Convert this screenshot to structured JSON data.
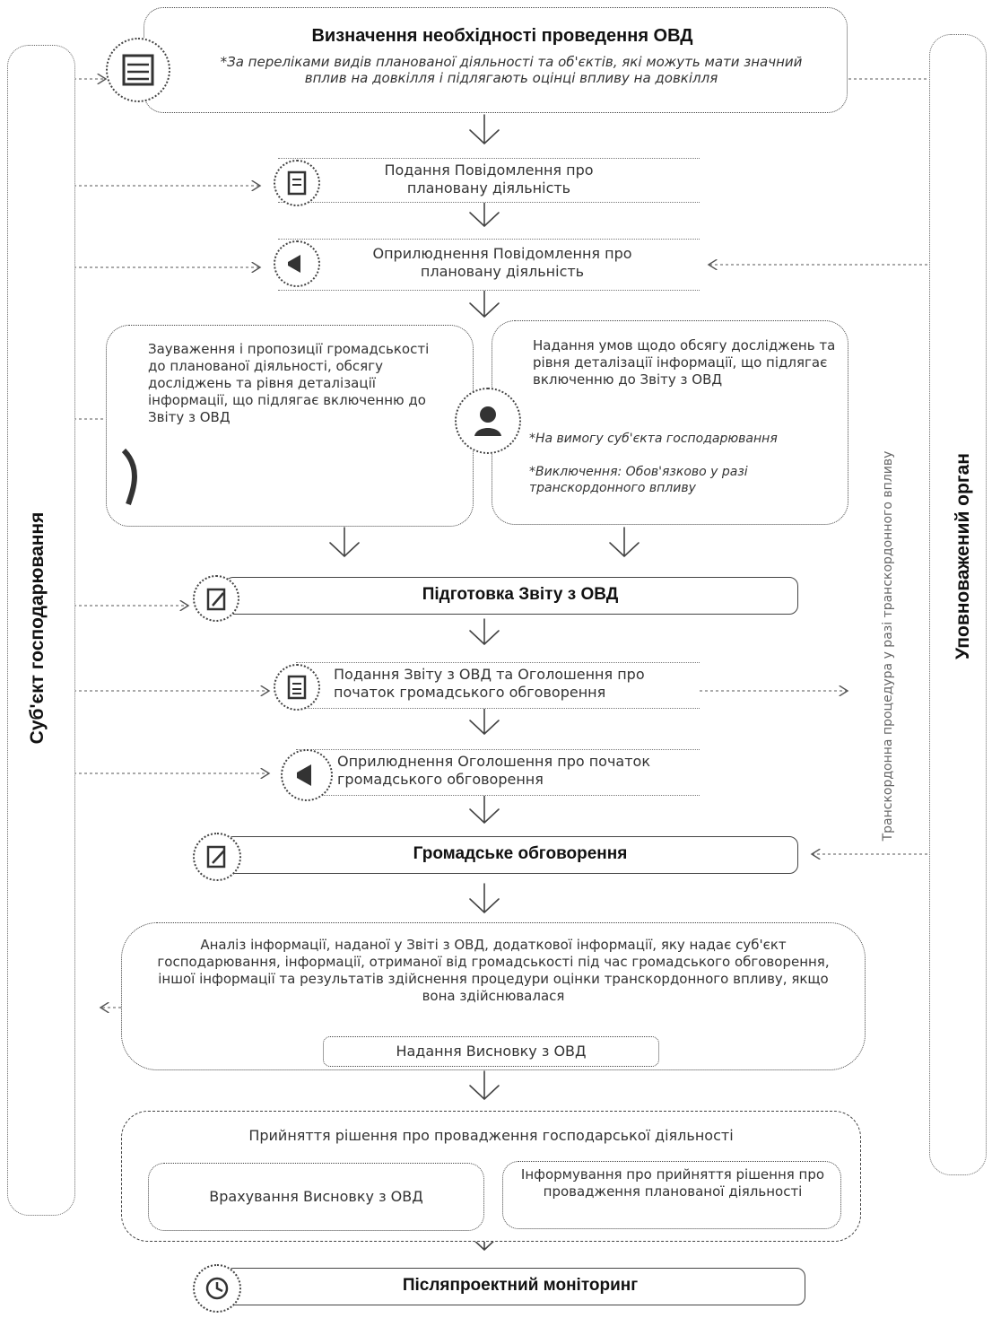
{
  "left_actor": "Суб'єкт господарювання",
  "right_actor": "Уповноважений орган",
  "transboundary_note": "Транскордонна процедура у разі транскордонного впливу",
  "steps": {
    "step1_title": "Визначення необхідності проведення ОВД",
    "step1_note": "*За переліками видів планованої діяльності та об'єктів, які можуть мати значний вплив на довкілля і підлягають оцінці впливу на довкілля",
    "step2": "Подання Повідомлення про плановану діяльність",
    "step3": "Оприлюднення Повідомлення про плановану діяльність",
    "step4_left": "Зауваження і пропозиції громадськості до планованої діяльності, обсягу досліджень та рівня деталізації інформації, що підлягає включенню до Звіту з ОВД",
    "step4_right": "Надання умов щодо обсягу досліджень та рівня деталізації інформації, що підлягає включенню до Звіту з ОВД",
    "step4_right_note1": "*На вимогу суб'єкта господарювання",
    "step4_right_note2": "*Виключення: Обов'язково у разі транскордонного впливу",
    "step5": "Підготовка Звіту з ОВД",
    "step6": "Подання Звіту з ОВД та Оголошення про початок громадського обговорення",
    "step7": "Оприлюднення Оголошення про початок громадського обговорення",
    "step8": "Громадське обговорення",
    "step9": "Аналіз інформації, наданої у Звіті з ОВД, додаткової інформації, яку надає суб'єкт господарювання, інформації, отриманої від громадськості під час громадського обговорення, іншої інформації та результатів здійснення процедури оцінки транскордонного впливу, якщо вона здійснювалася",
    "step9_sub": "Надання Висновку з ОВД",
    "step10_title": "Прийняття рішення про провадження господарської діяльності",
    "step10_left": "Врахування Висновку з ОВД",
    "step10_right": "Інформування про прийняття рішення про провадження планованої діяльності",
    "step11": "Післяпроектний моніторинг"
  }
}
